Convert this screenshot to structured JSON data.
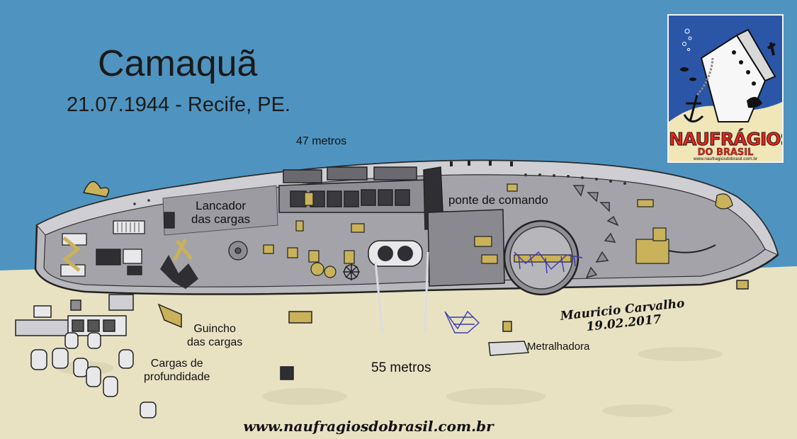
{
  "title": "Camaquã",
  "subtitle": "21.07.1944 - Recife, PE.",
  "labels": {
    "length": "47 metros",
    "depth": "55 metros",
    "lancador_line1": "Lancador",
    "lancador_line2": "das cargas",
    "ponte": "ponte de comando",
    "guincho_line1": "Guincho",
    "guincho_line2": "das cargas",
    "cargas_line1": "Cargas de",
    "cargas_line2": "profundidade",
    "metralhadora": "Metralhadora"
  },
  "signature": {
    "name": "Mauricio Carvalho",
    "date": "19.02.2017"
  },
  "website": "www.naufragiosdobrasil.com.br",
  "logo": {
    "brand": "NAUFRÁGIOS",
    "sub": "DO BRASIL",
    "url": "www.naufragiosdobrasil.com.br"
  },
  "colors": {
    "water": "#4f94c0",
    "seabed": "#e8e2c3",
    "hull": "#b9b8bd",
    "deck": "#a4a3a9",
    "brass": "#c9b25a",
    "net": "#3a3ab0",
    "logo_red": "#e8241c",
    "logo_blue": "#2b56a8"
  }
}
